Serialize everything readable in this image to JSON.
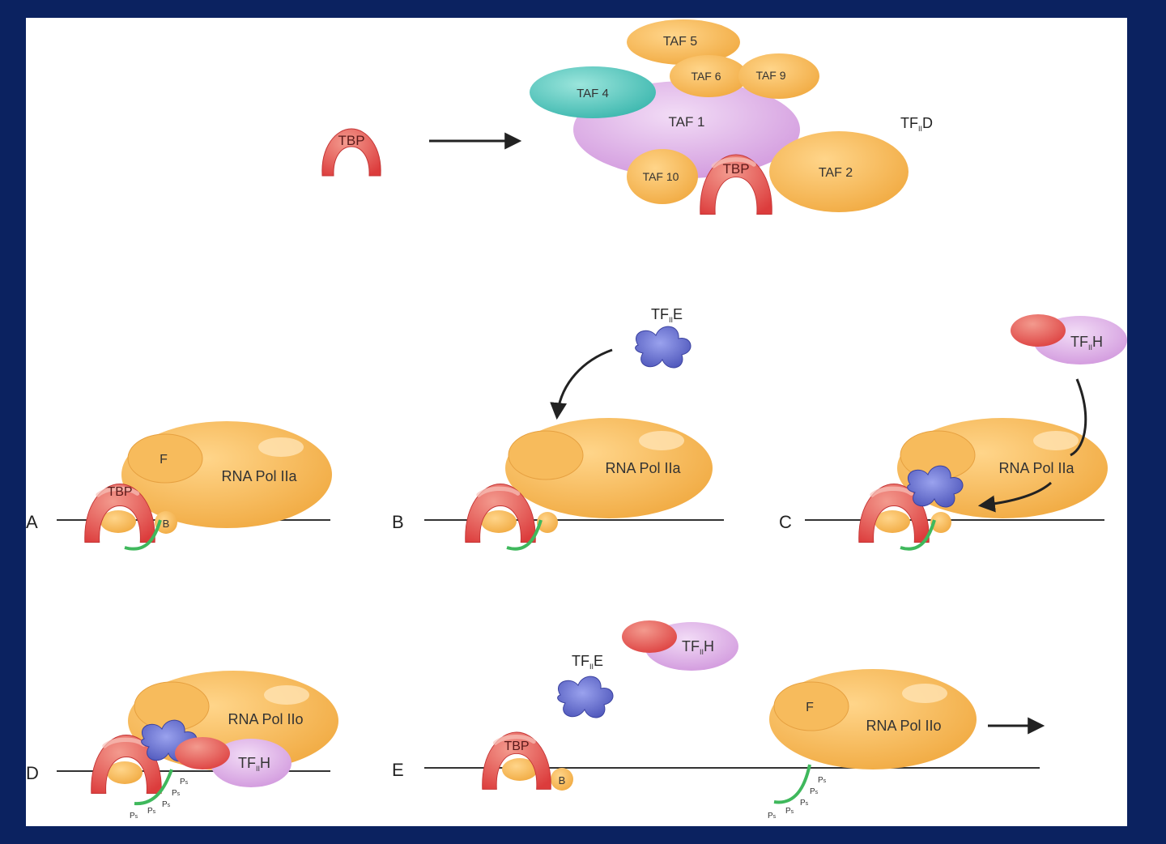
{
  "colors": {
    "background": "#0b2260",
    "panel": "#ffffff",
    "orange": "#f2b04a",
    "tbp_red": "#e04848",
    "teal": "#3fbcb3",
    "purple": "#d59be0",
    "blue": "#5a63c6",
    "green": "#3fb85c"
  },
  "labels": {
    "tbp": "TBP",
    "taf1": "TAF 1",
    "taf2": "TAF 2",
    "taf4": "TAF 4",
    "taf5": "TAF 5",
    "taf6": "TAF 6",
    "taf9": "TAF 9",
    "taf10": "TAF 10",
    "tf_prefix": "TF",
    "tf_sub": "II",
    "tfiid_suffix": "D",
    "tfiie_suffix": "E",
    "tfiih_suffix": "H",
    "f": "F",
    "b": "B",
    "pol_iia": "RNA Pol IIa",
    "pol_iio": "RNA Pol IIo",
    "p": "P",
    "s": "s"
  },
  "panels": {
    "a": "A",
    "b": "B",
    "c": "C",
    "d": "D",
    "e": "E"
  }
}
